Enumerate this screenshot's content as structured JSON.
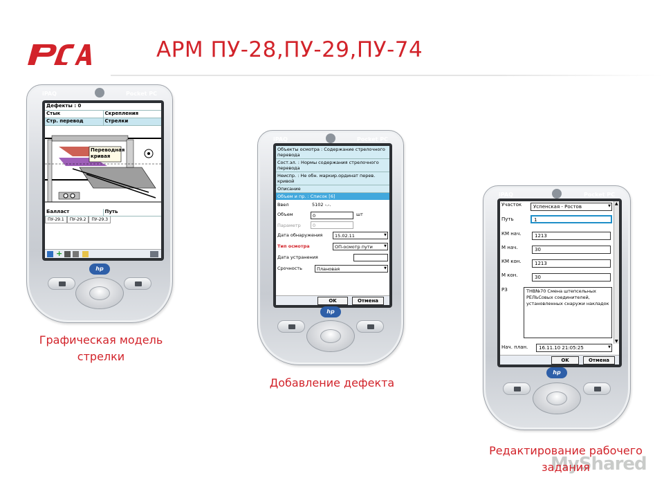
{
  "header": {
    "title": "АРМ ПУ-28,ПУ-29,ПУ-74",
    "brand_color": "#d2232a"
  },
  "device": {
    "brand_left": "iPAQ",
    "brand_right": "Pocket PC",
    "badge": "hp"
  },
  "screen1": {
    "title": "Дефекты : 0",
    "rows": [
      {
        "left": "Стык",
        "right": "Скрепления"
      },
      {
        "left": "Стр. перевод",
        "right": "Стрелки"
      }
    ],
    "callout": [
      "Переводная",
      "кривая"
    ],
    "bottom_row": {
      "left": "Балласт",
      "right": "Путь"
    },
    "tabs": [
      "ПУ-29.1",
      "ПУ-29.2",
      "ПУ-29.3"
    ],
    "caption": "Графическая модель стрелки"
  },
  "screen2": {
    "blocks": [
      "Объекты осмотра : Содержание стрелочного перевода",
      "Сост.эл. : Нормы содержания стрелочного перевода",
      "Неиспр. : Не обн. маркир.ординат перев. кривой"
    ],
    "description_label": "Описание",
    "selected": "Объем и пр. : Список [6]",
    "fields": {
      "vvel_label": "Ввел",
      "vvel_value": "5102 -.-.",
      "volume_label": "Объем",
      "volume_value": "0",
      "volume_unit": "шт",
      "param_label": "Параметр",
      "param_value": "0",
      "detect_date_label": "Дата обнаружения",
      "detect_date_value": "15.02.11",
      "inspect_type_label": "Тип осмотра",
      "inspect_type_value": "ОП-осмотр пути",
      "fix_date_label": "Дата устранения",
      "fix_date_value": "",
      "urgency_label": "Срочность",
      "urgency_value": "Плановая"
    },
    "ok_label": "OK",
    "cancel_label": "Отмена",
    "caption": "Добавление дефекта"
  },
  "screen3": {
    "fields": {
      "section_label": "Участок",
      "section_value": "Успенская - Ростов",
      "track_label": "Путь",
      "track_value": "1",
      "km_start_label": "КМ нач.",
      "km_start_value": "1213",
      "m_start_label": "М нач.",
      "m_start_value": "30",
      "km_end_label": "КМ кон.",
      "km_end_value": "1213",
      "m_end_label": "М кон.",
      "m_end_value": "30",
      "rz_label": "РЗ",
      "rz_value": "ТНВ№70 Смена штепсельных РЕЛЬСовых соединителей, установленных снаружи накладок",
      "plan_start_label": "Нач. план.",
      "plan_start_value": "16.11.10 21:05:25"
    },
    "ok_label": "OK",
    "cancel_label": "Отмена",
    "caption": "Редактирование рабочего задания"
  },
  "watermark": "MyShared"
}
